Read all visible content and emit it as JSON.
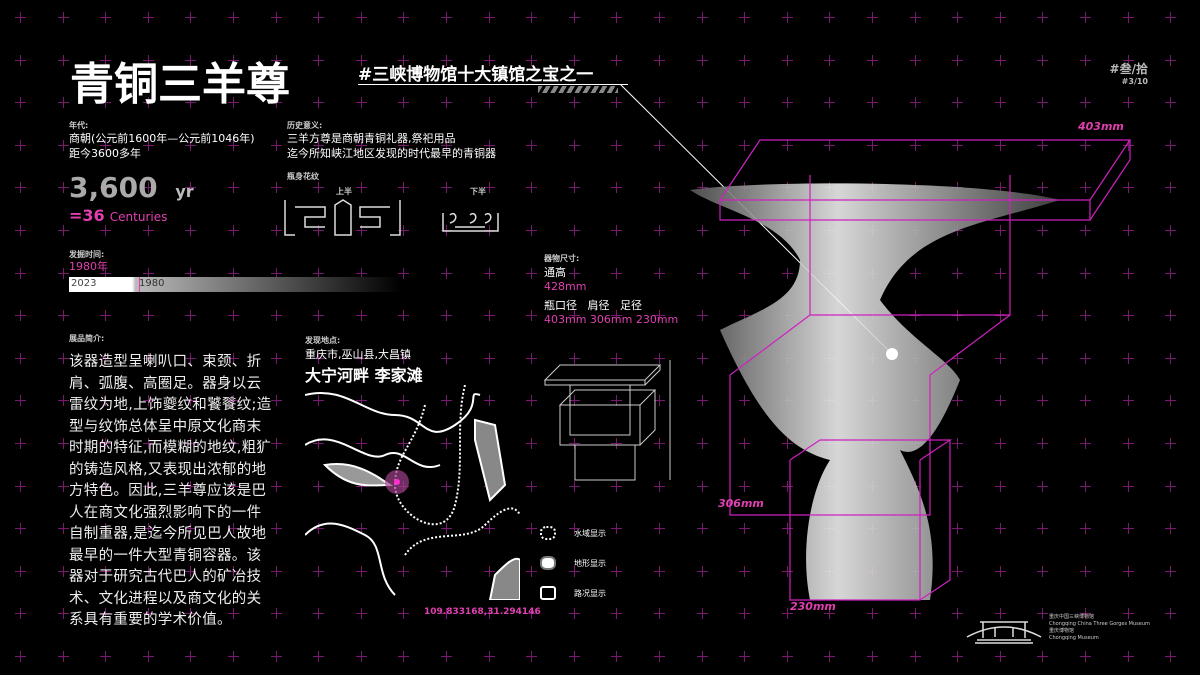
{
  "title": "青铜三羊尊",
  "subtitle": "#三峡博物馆十大镇馆之宝之一",
  "page": {
    "cn": "#叁/拾",
    "num": "#3/10"
  },
  "era": {
    "label": "年代:",
    "line1": "商朝(公元前1600年—公元前1046年)",
    "line2": "距今3600多年",
    "big": "3,600",
    "unit": "yr",
    "centuries": "=36",
    "centuries_unit": "Centuries"
  },
  "history": {
    "label": "历史意义:",
    "line1": "三羊方尊是商朝青铜礼器,祭祀用品",
    "line2": "迄今所知峡江地区发现的时代最早的青铜器"
  },
  "pattern": {
    "label": "瓶身花纹",
    "upper": "上半",
    "lower": "下半"
  },
  "excavation": {
    "label": "发掘时间:",
    "year": "1980年",
    "bar_start": "2023",
    "bar_mark": "1980",
    "progress": 0.21
  },
  "intro": {
    "label": "展品简介:",
    "text": "该器造型呈喇叭口、束颈、折肩、弧腹、高圈足。器身以云雷纹为地,上饰夔纹和饕餮纹;造型与纹饰总体呈中原文化商末时期的特征,而模糊的地纹,粗犷的铸造风格,又表现出浓郁的地方特色。因此,三羊尊应该是巴人在商文化强烈影响下的一件自制重器,是迄今所见巴人故地最早的一件大型青铜容器。该器对于研究古代巴人的矿冶技术、文化进程以及商文化的关系具有重要的学术价值。"
  },
  "location": {
    "label": "发现地点:",
    "line1": "重庆市,巫山县,大昌镇",
    "line2": "大宁河畔 李家滩",
    "coords": "109.833168,31.294146"
  },
  "legend": [
    {
      "icon": "water-icon",
      "label": "水域显示"
    },
    {
      "icon": "terrain-icon",
      "label": "地形显示"
    },
    {
      "icon": "road-icon",
      "label": "路况显示"
    }
  ],
  "size": {
    "label": "器物尺寸:",
    "height_label": "通高",
    "height": "428mm",
    "dims_label": "瓶口径   肩径   足径",
    "dims": "403mm 306mm 230mm"
  },
  "dims3d": {
    "top": "403mm",
    "mid": "306mm",
    "bottom": "230mm"
  },
  "museum": {
    "name_cn": "重庆中国三峡博物馆",
    "name_en": "Chongqing China Three Gorges Museum",
    "name2_cn": "重庆博物馆",
    "name2_en": "Chongqing Museum"
  },
  "colors": {
    "accent": "#e040b0",
    "grid": "#7a1a6e"
  }
}
